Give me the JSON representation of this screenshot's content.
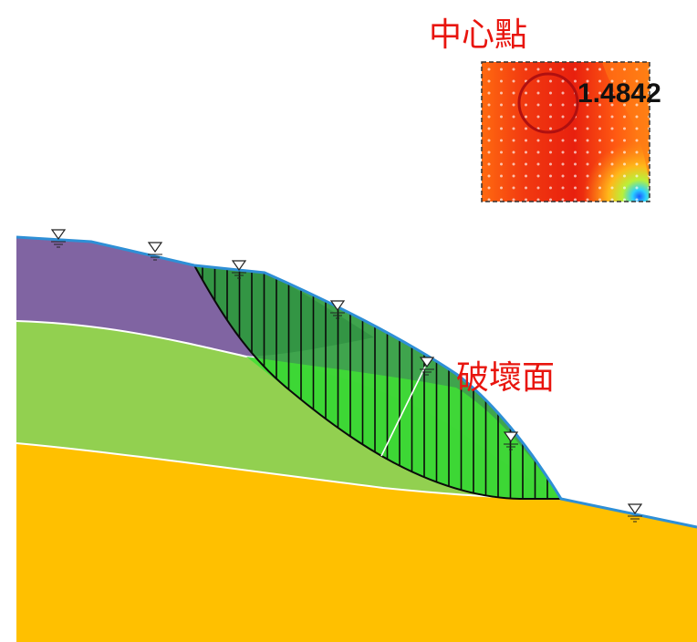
{
  "labels": {
    "center_point": "中心點",
    "failure_surface": "破壞面",
    "safety_factor": "1.4842"
  },
  "colors": {
    "background": "#ffffff",
    "layer_top": "#8064a2",
    "layer_middle": "#92d050",
    "layer_bottom": "#ffc000",
    "slice_fill": "#1f9e3a",
    "slice_fill_lower": "#3fe034",
    "ground_surface": "#2e8fd6",
    "label_text": "#e8150e",
    "grid_hot": "#e8200e",
    "grid_warm": "#ff7a10",
    "grid_cool": "#b9f03a",
    "grid_cold": "#1a5dff"
  },
  "icons": {
    "water_table_marker": "inverted-triangle-water-icon"
  }
}
